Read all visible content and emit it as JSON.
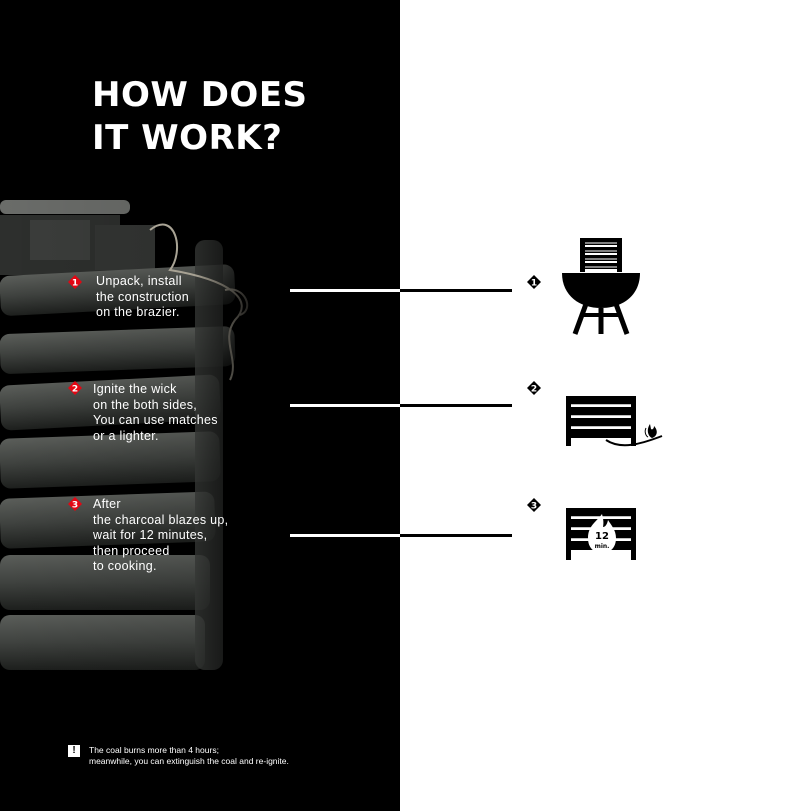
{
  "title": "HOW DOES\nIT WORK?",
  "steps": [
    {
      "number": "1",
      "text": "Unpack, install\nthe construction\non the brazier."
    },
    {
      "number": "2",
      "text": "Ignite the wick\non the both sides,\nYou can use matches\nor a lighter."
    },
    {
      "number": "3",
      "text": "After\nthe charcoal blazes up,\nwait for 12 minutes,\nthen proceed\nto cooking."
    }
  ],
  "icons": {
    "step1": "brazier-icon",
    "step2": "ignite-wick-icon",
    "step3": "burning-construction-icon",
    "step3_timer_value": "12",
    "step3_timer_unit": "min."
  },
  "note": {
    "mark": "!",
    "text": "The coal burns more than 4 hours;\nmeanwhile, you can extinguish the coal and re-ignite."
  },
  "colors": {
    "left_background": "#000000",
    "right_background": "#ffffff",
    "accent_red": "#e30613",
    "text_light": "#ffffff",
    "icon_dark": "#000000"
  }
}
